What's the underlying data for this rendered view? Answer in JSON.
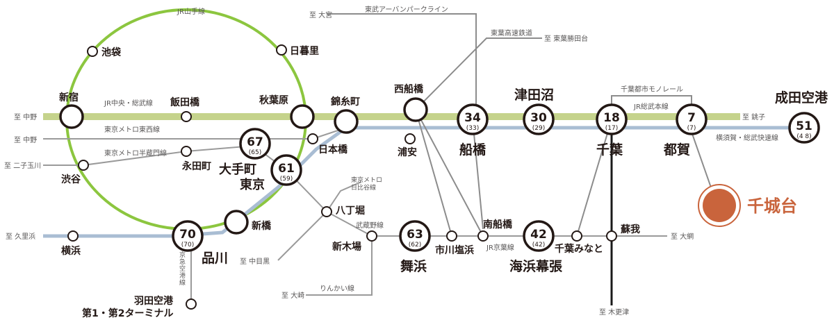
{
  "colors": {
    "yamanote": "#8cc63f",
    "chuo_sobu": "#c5d38c",
    "yokosuka": "#a9bdd3",
    "gray_line": "#8c8c8c",
    "black_line": "#1a1a1a",
    "destination": "#c9643c",
    "text": "#231815"
  },
  "line_labels": {
    "yamanote": "JR山手線",
    "chuo_sobu": "JR中央・総武線",
    "sobu_main": "JR総武本線",
    "yokosuka_sobu_rapid": "横須賀・総武快速線",
    "tozai": "東京メトロ東西線",
    "hanzomon": "東京メトロ半蔵門線",
    "hibiya": "東京メトロ\n日比谷線",
    "musashino": "武蔵野線",
    "keiyo": "JR京葉線",
    "rinkai": "りんかい線",
    "keikyu_airport": "京急空港線",
    "tobu_urban_park": "東武アーバンパークライン",
    "toyo_rapid": "東葉高速鉄道",
    "chiba_monorail": "千葉都市モノレール"
  },
  "directions": {
    "nakano_1": "至 中野",
    "nakano_2": "至 中野",
    "futakotamagawa": "至 二子玉川",
    "kurihama": "至 久里浜",
    "nakameguro": "至 中目黒",
    "osaki": "至 大崎",
    "omiya": "至 大宮",
    "toyokatsutadai": "至 東葉勝田台",
    "choshi": "至 銚子",
    "ohami": "至 大網",
    "kisarazu": "至 木更津"
  },
  "stations": {
    "ikebukuro": "池袋",
    "nippori": "日暮里",
    "shinjuku": "新宿",
    "iidabashi": "飯田橋",
    "akihabara": "秋葉原",
    "kinshicho": "錦糸町",
    "nishifunabashi": "西船橋",
    "tsudanuma": "津田沼",
    "narita_airport": "成田空港",
    "nihonbashi": "日本橋",
    "urayasu": "浦安",
    "funabashi": "船橋",
    "chiba": "千葉",
    "toga": "都賀",
    "shibuya": "渋谷",
    "nagatacho": "永田町",
    "otemachi": "大手町",
    "tokyo": "東京",
    "hatchobori": "八丁堀",
    "shinbashi": "新橋",
    "shinkiba": "新木場",
    "minamifunabashi": "南船橋",
    "ichikawashiohama": "市川塩浜",
    "chibaminato": "千葉みなと",
    "soga": "蘇我",
    "maihama": "舞浜",
    "kaihinmakuhari": "海浜幕張",
    "yokohama": "横浜",
    "shinagawa": "品川",
    "haneda_1": "羽田空港",
    "haneda_2": "第1・第2ターミナル",
    "destination": "千城台"
  },
  "times": {
    "narita": {
      "main": "51",
      "sub": "(4 8)"
    },
    "otemachi": {
      "main": "67",
      "sub": "(65)"
    },
    "tokyo": {
      "main": "61",
      "sub": "(59)"
    },
    "shinagawa": {
      "main": "70",
      "sub": "(70)"
    },
    "funabashi": {
      "main": "34",
      "sub": "(33)"
    },
    "tsudanuma": {
      "main": "30",
      "sub": "(29)"
    },
    "chiba": {
      "main": "18",
      "sub": "(17)"
    },
    "toga": {
      "main": "7",
      "sub": "(7)"
    },
    "maihama": {
      "main": "63",
      "sub": "(62)"
    },
    "kaihinmakuhari": {
      "main": "42",
      "sub": "(42)"
    }
  }
}
